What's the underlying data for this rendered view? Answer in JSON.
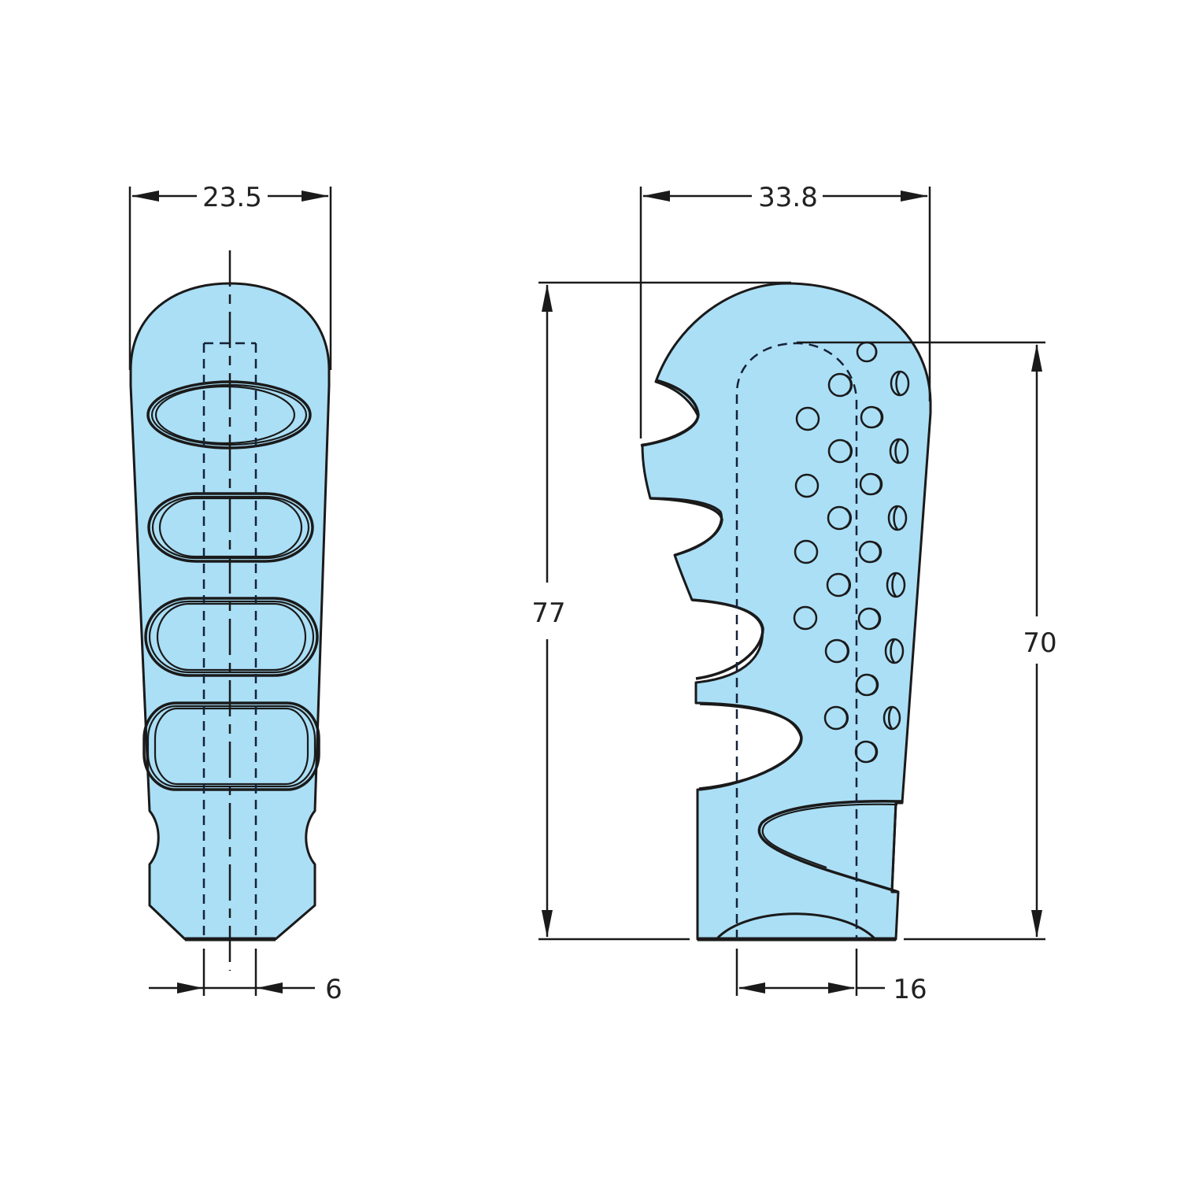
{
  "drawing": {
    "subject": "gear shift knob technical drawing",
    "colors": {
      "fill": "#abdff6",
      "stroke": "#1a1a1a",
      "background": "#ffffff"
    },
    "front_view": {
      "dimensions": {
        "width": "23.5",
        "bore": "6"
      },
      "finger_grooves": 4
    },
    "side_view": {
      "dimensions": {
        "width": "33.8",
        "overall_height": "77",
        "bore_depth": "70",
        "bore_diameter": "16"
      },
      "finger_notches": 5,
      "grip_dot_rows": 3
    }
  }
}
